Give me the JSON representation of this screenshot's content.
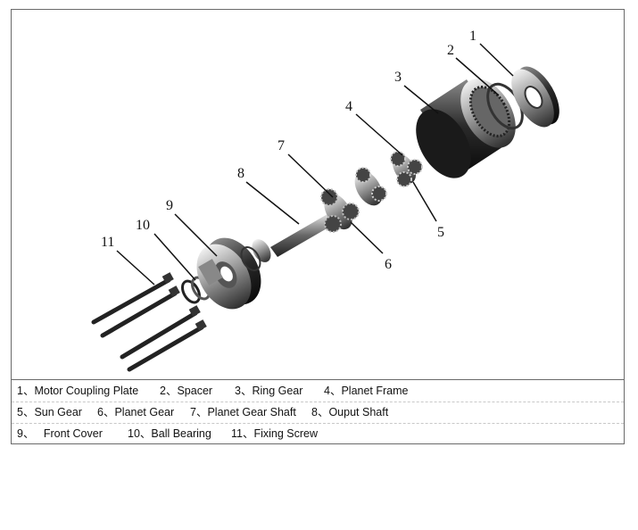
{
  "callouts": [
    "1",
    "2",
    "3",
    "4",
    "5",
    "6",
    "7",
    "8",
    "9",
    "10",
    "11"
  ],
  "legend": {
    "row1": [
      "1、Motor Coupling Plate",
      "2、Spacer",
      "3、Ring Gear",
      "4、Planet Frame"
    ],
    "row2": [
      "5、Sun Gear",
      "6、Planet Gear",
      "7、Planet Gear Shaft",
      "8、Ouput Shaft"
    ],
    "row3": [
      "9、   Front Cover",
      "10、Ball Bearing",
      "11、Fixing Screw"
    ]
  }
}
